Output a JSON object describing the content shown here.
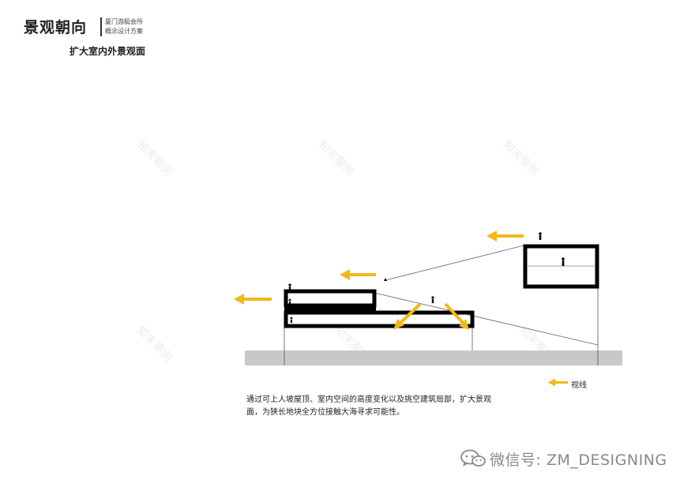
{
  "header": {
    "title": "景观朝向",
    "subtitle_line1": "厦门游艇会所",
    "subtitle_line2": "概念设计方案"
  },
  "section_title": "扩大室内外景观面",
  "caption": {
    "line1": "通过可上人坡屋顶、室内空间的高度变化以及挑空建筑局部，扩大景观",
    "line2": "面，为狭长地块全方位接触大海寻求可能性。"
  },
  "legend": {
    "label": "视线",
    "arrow_color": "#F2B81A"
  },
  "background_watermark": "知末案例",
  "credit_watermark": {
    "text": "微信号: ZM_DESIGNING"
  },
  "colors": {
    "ground": "#C8C8C8",
    "structure": "#000000",
    "sight_arrow": "#F2B81A",
    "sight_line": "#666666"
  }
}
